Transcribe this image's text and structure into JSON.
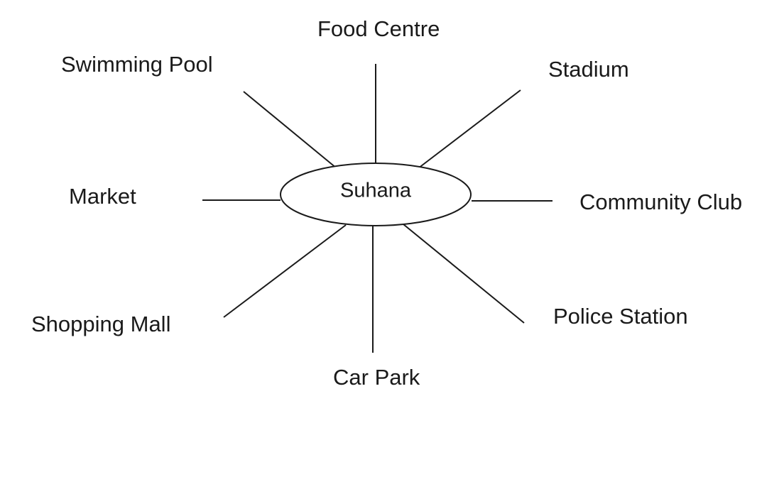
{
  "center": {
    "label": "Suhana"
  },
  "nodes": [
    {
      "id": "food-centre",
      "label": "Food Centre"
    },
    {
      "id": "stadium",
      "label": "Stadium"
    },
    {
      "id": "community-club",
      "label": "Community Club"
    },
    {
      "id": "police-station",
      "label": "Police Station"
    },
    {
      "id": "car-park",
      "label": "Car Park"
    },
    {
      "id": "shopping-mall",
      "label": "Shopping Mall"
    },
    {
      "id": "market",
      "label": "Market"
    },
    {
      "id": "swimming-pool",
      "label": "Swimming Pool"
    }
  ],
  "colors": {
    "ink": "#1a1a1a",
    "background": "#ffffff"
  }
}
